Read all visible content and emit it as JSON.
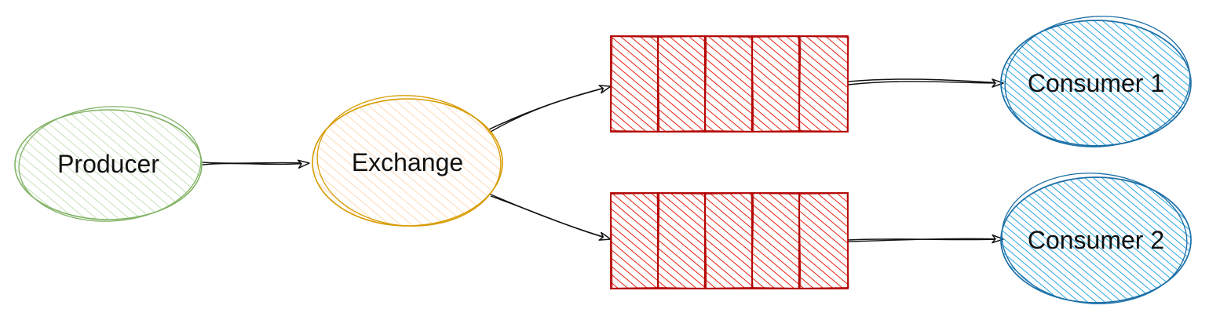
{
  "nodes": {
    "producer": {
      "label": "Producer",
      "stroke": "#82b366",
      "fill": "#d5e8d4"
    },
    "exchange": {
      "label": "Exchange",
      "stroke": "#d79b00",
      "fill": "#ffe6cc"
    },
    "queue_1": {
      "slots": 5,
      "stroke": "#b20000",
      "fill": "#e51400"
    },
    "queue_2": {
      "slots": 5,
      "stroke": "#b20000",
      "fill": "#e51400"
    },
    "consumer_1": {
      "label": "Consumer 1",
      "stroke": "#1a6ea6",
      "fill": "#1ba1e2"
    },
    "consumer_2": {
      "label": "Consumer 2",
      "stroke": "#1a6ea6",
      "fill": "#1ba1e2"
    }
  },
  "edges": [
    {
      "from": "producer",
      "to": "exchange"
    },
    {
      "from": "exchange",
      "to": "queue_1"
    },
    {
      "from": "exchange",
      "to": "queue_2"
    },
    {
      "from": "queue_1",
      "to": "consumer_1"
    },
    {
      "from": "queue_2",
      "to": "consumer_2"
    }
  ],
  "style": {
    "edge_color": "#111111",
    "sketch": true
  }
}
